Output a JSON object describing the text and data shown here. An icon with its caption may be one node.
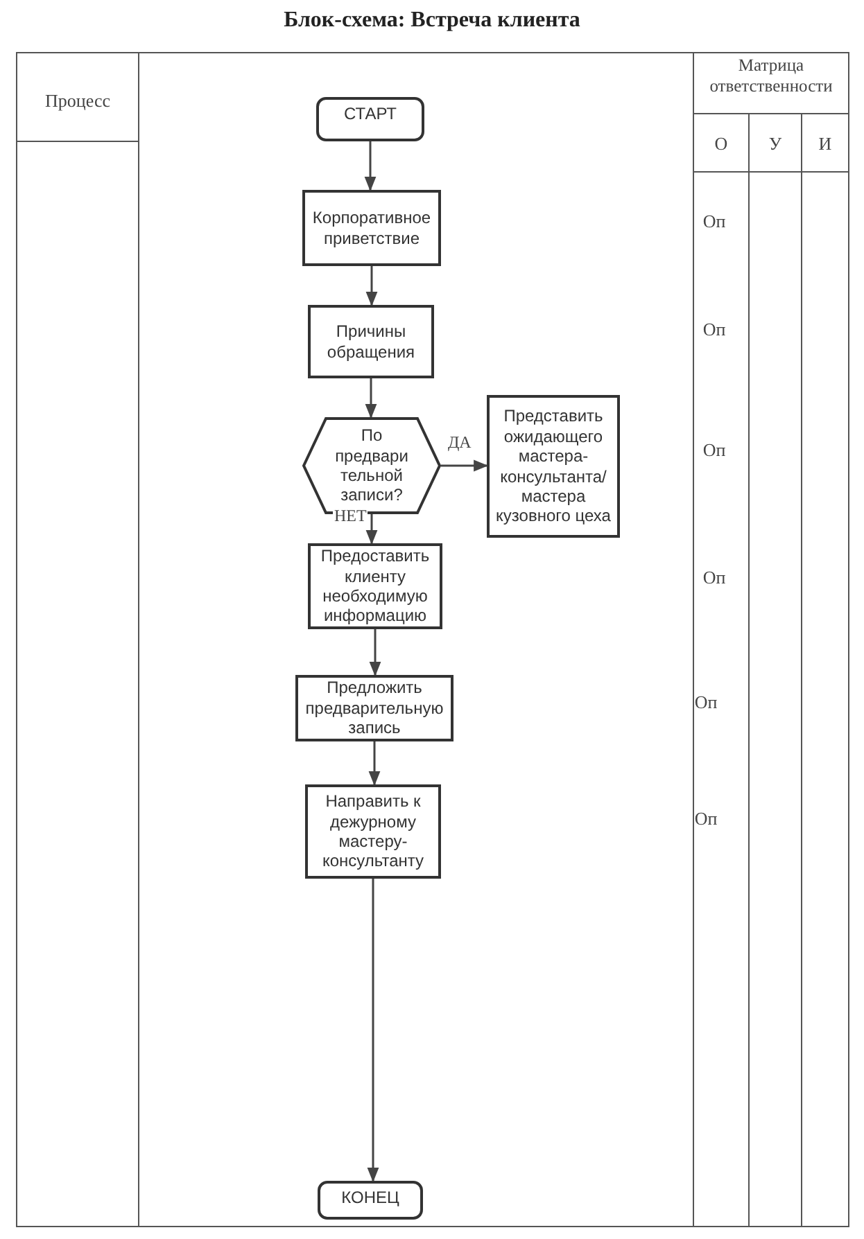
{
  "diagram": {
    "title": "Блок-схема: Встреча клиента",
    "nodes": [
      {
        "text": [
          "СТАРТ"
        ]
      },
      {
        "text": [
          "Корпоративное приветствие"
        ]
      },
      {
        "text": [
          "Причины обращения"
        ]
      },
      {
        "text": [
          "По предвари тельной записи?"
        ]
      },
      {
        "text": [
          "Представить ожидающего мастера-консультанта/ мастера кузовного цеха"
        ]
      },
      {
        "text": [
          "Предоставить клиенту необходимую информацию"
        ]
      },
      {
        "text": [
          "Предложить предварительную запись"
        ]
      },
      {
        "text": [
          "Направить к дежурному мастеру-консультанту"
        ]
      },
      {
        "text": [
          "КОНЕЦ"
        ]
      }
    ],
    "edges": [
      {
        "from": 0,
        "to": 1,
        "arrow": "to"
      },
      {
        "from": 1,
        "to": 2,
        "arrow": "to"
      },
      {
        "from": 2,
        "to": 3,
        "arrow": "to"
      },
      {
        "from": 3,
        "to": 4,
        "arrow": "to",
        "label": "ДА"
      },
      {
        "from": 3,
        "to": 5,
        "arrow": "to",
        "label": "НЕТ"
      },
      {
        "from": 5,
        "to": 6,
        "arrow": "to"
      },
      {
        "from": 6,
        "to": 7,
        "arrow": "to"
      },
      {
        "from": 7,
        "to": 8,
        "arrow": "to"
      }
    ],
    "labels": [
      "Процесс",
      "Матрица ответственности",
      "О",
      "У",
      "И",
      "Оп",
      "Оп",
      "Оп",
      "Оп",
      "Оп",
      "Оп"
    ]
  }
}
